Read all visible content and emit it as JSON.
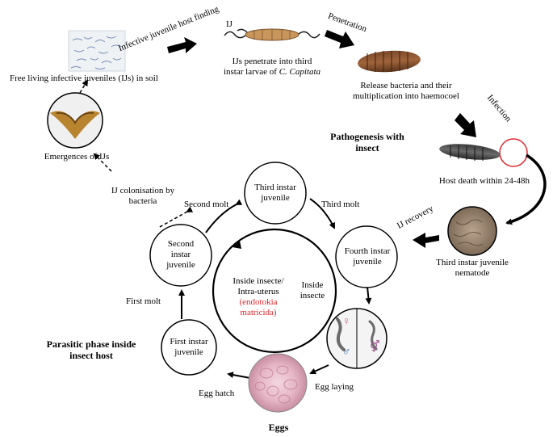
{
  "top": {
    "free_living_label": "Free living  infective juveniles  (IJs)  in soil",
    "host_finding_label": "Infective juvenile host finding",
    "ij_tag": "IJ",
    "penetrate_line1": "IJs penetrate into third",
    "penetrate_line2": "instar larvae of ",
    "penetrate_species": "C. Capitata",
    "penetration_label": "Penetration",
    "release_line1": "Release bacteria and their",
    "release_line2": "multiplication  into haemocoel",
    "infection_label": "Infection",
    "host_death_label": "Host death within  24-48h",
    "ij_recovery_label": "IJ recovery",
    "third_juvenile_line1": "Third instar juvenile",
    "third_juvenile_line2": "nematode",
    "emergence_label": "Emergences of IJs",
    "colonisation_line1": "IJ colonisation  by",
    "colonisation_line2": "bacteria",
    "pathogenesis_line1": "Pathogenesis with",
    "pathogenesis_line2": "insect"
  },
  "cycle": {
    "third_instar": "Third instar juvenile",
    "second_instar": "Second instar juvenile",
    "fourth_instar": "Fourth instar juvenile",
    "first_instar": "First instar juvenile",
    "third_molt": "Third molt",
    "second_molt": "Second molt",
    "first_molt": "First molt",
    "egg_laying": "Egg laying",
    "egg_hatch": "Egg hatch",
    "eggs": "Eggs",
    "inside_line1": "Inside insecte/",
    "inside_line2": "Intra-uterus",
    "endotokia_line1": "(endotokia",
    "endotokia_line2": "matricida)",
    "inside_insecte_line1": "Inside",
    "inside_insecte_line2": "insecte",
    "female_symbol": "♀",
    "male_symbol": "♂",
    "hermaphrodite_symbol": "⚥"
  },
  "parasitic": {
    "line1": "Parasitic phase inside",
    "line2": "insect host"
  },
  "colors": {
    "accent_red": "#e0262b",
    "arrow": "#000000"
  }
}
